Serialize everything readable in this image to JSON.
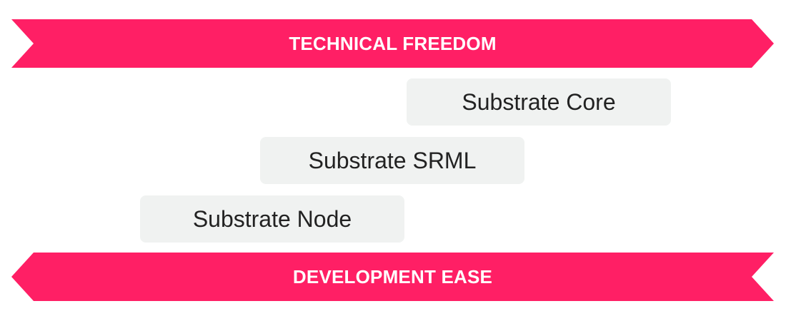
{
  "top_banner": {
    "label": "TECHNICAL FREEDOM",
    "color": "#ff1f65"
  },
  "layers": [
    {
      "label": "Substrate Core"
    },
    {
      "label": "Substrate SRML"
    },
    {
      "label": "Substrate Node"
    }
  ],
  "bottom_banner": {
    "label": "DEVELOPMENT EASE",
    "color": "#ff1f65"
  },
  "colors": {
    "banner_text": "#ffffff",
    "layer_bg": "#f0f2f1",
    "layer_text": "#222222"
  }
}
